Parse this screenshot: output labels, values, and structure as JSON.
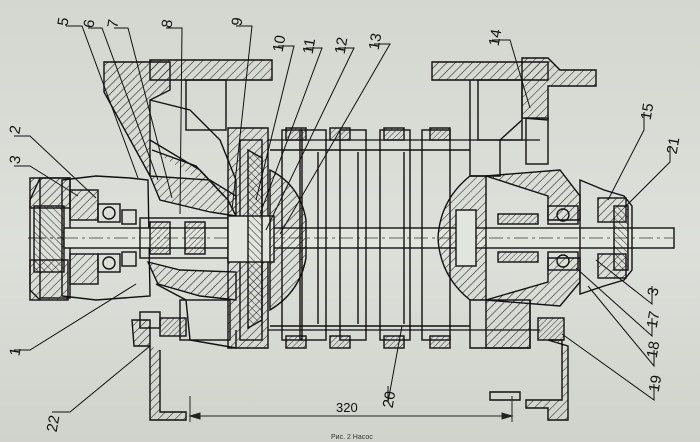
{
  "drawing": {
    "dimension_320": "320",
    "caption": "Рис. 2 Насос"
  },
  "labels": {
    "n1": "1",
    "n2": "2",
    "n3_left": "3",
    "n5": "5",
    "n6": "6",
    "n7": "7",
    "n8": "8",
    "n9": "9",
    "n10": "10",
    "n11": "11",
    "n12": "12",
    "n13": "13",
    "n14": "14",
    "n15": "15",
    "n21": "21",
    "n3_right": "3",
    "n17": "17",
    "n18": "18",
    "n19": "19",
    "n20": "20",
    "n22": "22"
  }
}
